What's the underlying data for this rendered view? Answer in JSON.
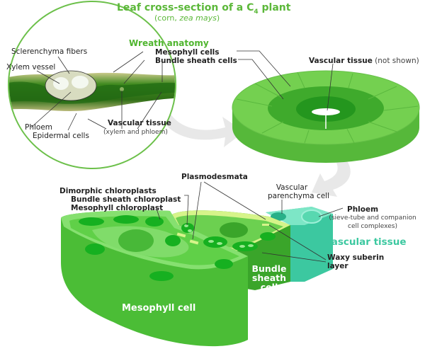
{
  "title": {
    "main": "Leaf cross-section of a C",
    "subscript": "4",
    "main_suffix": " plant",
    "subtitle_prefix": "(corn, ",
    "subtitle_italic": "zea mays",
    "subtitle_suffix": ")"
  },
  "micrograph_panel": {
    "labels": {
      "sclerenchyma": "Sclerenchyma fibers",
      "xylem_vessel": "Xylem vessel",
      "phloem": "Phloem",
      "epidermal": "Epidermal cells",
      "vascular_tissue": "Vascular tissue",
      "vascular_tissue_sub": "(xylem and phloem)"
    }
  },
  "wreath_panel": {
    "heading": "Wreath anatomy",
    "mesophyll_cells": "Mesophyll cells",
    "bundle_sheath_cells": "Bundle sheath cells",
    "vascular_tissue": "Vascular tissue",
    "vascular_tissue_note": "(not shown)"
  },
  "cell_panel": {
    "dimorphic_heading": "Dimorphic chloroplasts",
    "bundle_sheath_chloroplast": "Bundle sheath chloroplast",
    "mesophyll_chloroplast": "Mesophyll chloroplast",
    "plasmodesmata": "Plasmodesmata",
    "vascular_parenchyma_line1": "Vascular",
    "vascular_parenchyma_line2": "parenchyma cell",
    "phloem": "Phloem",
    "phloem_sub_line1": "(sieve-tube and companion",
    "phloem_sub_line2": "cell complexes)",
    "vascular_tissue_heading": "Vascular tissue",
    "waxy_line1": "Waxy suberin",
    "waxy_line2": "layer",
    "bundle_sheath_cell_line1": "Bundle",
    "bundle_sheath_cell_line2": "sheath",
    "bundle_sheath_cell_line3": "cell",
    "mesophyll_cell": "Mesophyll cell"
  },
  "colors": {
    "title_green": "#5cb83a",
    "mesophyll_green": "#5ed046",
    "mesophyll_dark": "#45b532",
    "bundle_sheath_green": "#3aa52a",
    "chloroplast": "#16b020",
    "suberin_yellow": "#d8f58c",
    "vascular_teal": "#3cc8a0",
    "arrow_gray": "#e6e6e6"
  }
}
